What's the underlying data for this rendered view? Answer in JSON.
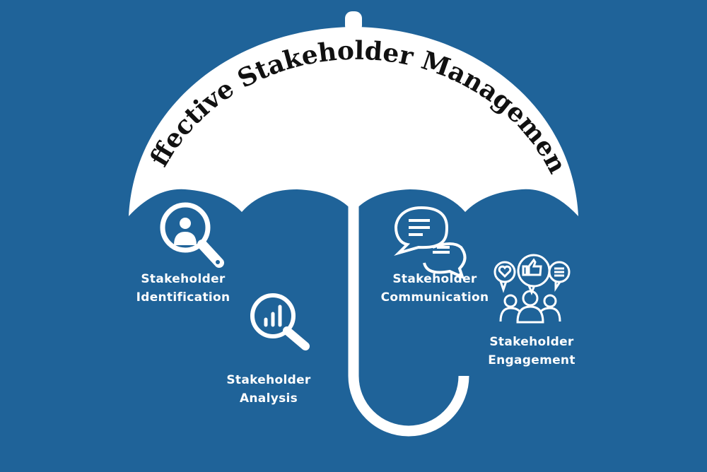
{
  "title": "Effective Stakeholder Management",
  "colors": {
    "background": "#1f6399",
    "umbrella": "#ffffff",
    "title": "#111111"
  },
  "items": [
    {
      "line1": "Stakeholder",
      "line2": "Identification",
      "icon": "magnifier-person-icon"
    },
    {
      "line1": "Stakeholder",
      "line2": "Analysis",
      "icon": "magnifier-bar-chart-icon"
    },
    {
      "line1": "Stakeholder",
      "line2": "Communication",
      "icon": "chat-bubbles-icon"
    },
    {
      "line1": "Stakeholder",
      "line2": "Engagement",
      "icon": "group-feedback-icon"
    }
  ]
}
